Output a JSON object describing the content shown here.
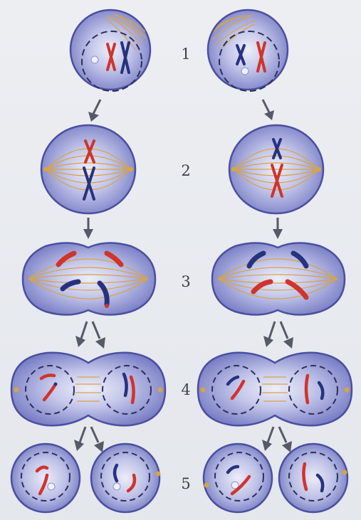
{
  "stages": [
    {
      "number": "1"
    },
    {
      "number": "2"
    },
    {
      "number": "3"
    },
    {
      "number": "4"
    },
    {
      "number": "5"
    }
  ],
  "colors": {
    "background": "#e9ecf1",
    "cell_fill": "#b5b9e4",
    "cell_core": "#e8e8f6",
    "cell_edge": "#4a4fa0",
    "nuclear_envelope": "#2d2f5a",
    "spindle": "#d9a441",
    "chromosome_red": "#d0342c",
    "chromosome_blue": "#27327f",
    "arrow": "#555a66",
    "label": "#3e4148"
  }
}
